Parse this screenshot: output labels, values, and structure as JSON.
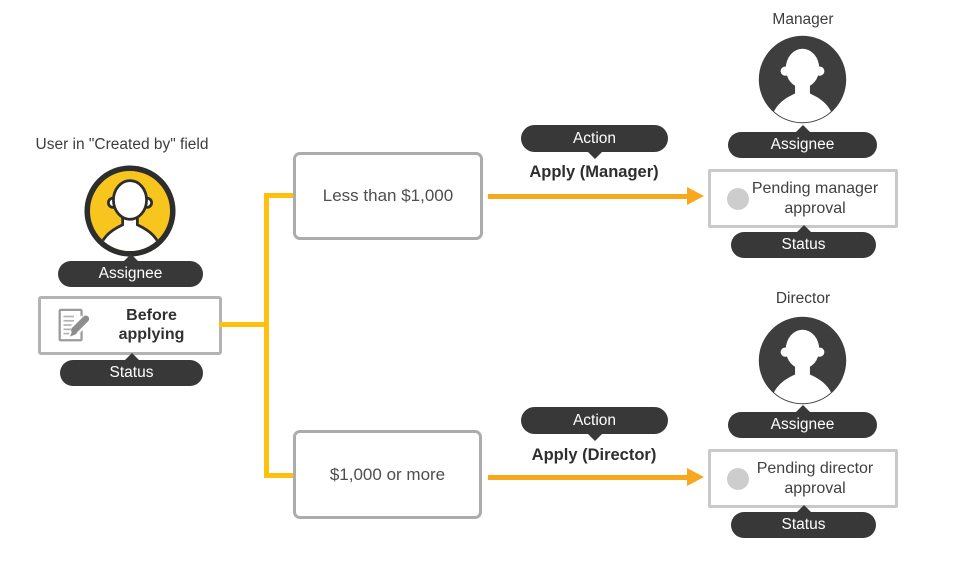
{
  "requester": {
    "caption": "User in \"Created by\" field",
    "assignee_label": "Assignee",
    "status_title": "Before applying",
    "status_label": "Status"
  },
  "conditions": [
    {
      "label": "Less than $1,000"
    },
    {
      "label": "$1,000 or more"
    }
  ],
  "branches": [
    {
      "action_label": "Action",
      "action_name": "Apply (Manager)",
      "approver": "Manager",
      "assignee_label": "Assignee",
      "pending_status": "Pending manager approval",
      "status_label": "Status"
    },
    {
      "action_label": "Action",
      "action_name": "Apply (Director)",
      "approver": "Director",
      "assignee_label": "Assignee",
      "pending_status": "Pending director approval",
      "status_label": "Status"
    }
  ],
  "colors": {
    "connector_yellow": "#FFC10D",
    "arrow_yellow": "#F8A81C",
    "avatar_yellow": "#F7C51D",
    "badge_dark": "#383838",
    "box_border_gray": "#ACACAC",
    "pending_border_gray": "#C9C9C9",
    "status_dot_gray": "#CDCDCD"
  }
}
